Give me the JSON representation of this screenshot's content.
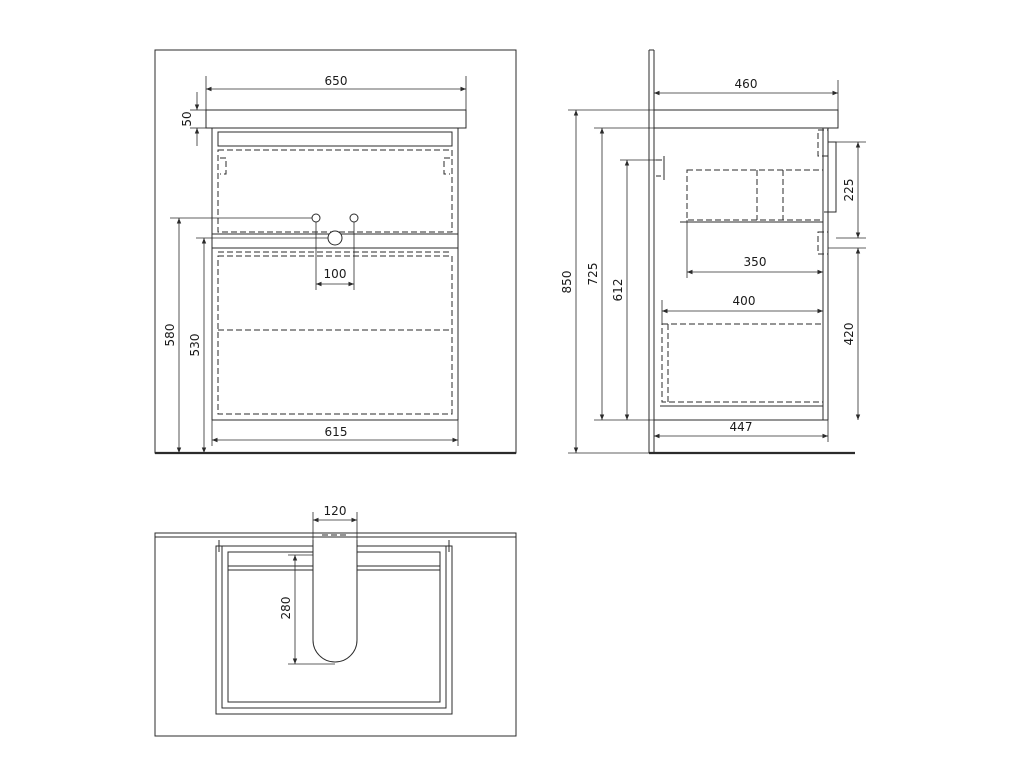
{
  "front_view": {
    "width_top": "650",
    "top_thickness": "50",
    "height_to_drain": "580",
    "height_to_inlet": "530",
    "inlet_spacing": "100",
    "width_bottom": "615"
  },
  "side_view": {
    "depth_top": "460",
    "total_height": "850",
    "body_height": "725",
    "inner_height": "612",
    "upper_drawer_depth": "350",
    "lower_drawer_depth": "400",
    "body_depth": "447",
    "upper_offset": "225",
    "lower_offset": "420"
  },
  "plan_view": {
    "cutout_width": "120",
    "cutout_depth": "280"
  },
  "colors": {
    "line": "#2b2b2b",
    "background": "#ffffff"
  }
}
